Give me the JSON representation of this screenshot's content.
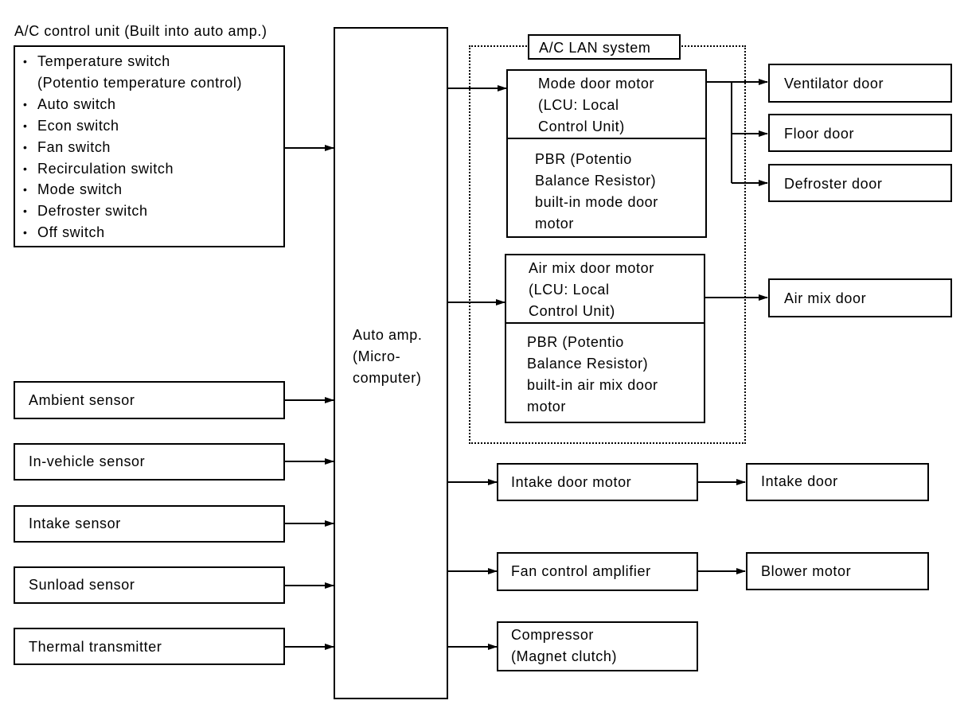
{
  "control_unit": {
    "title": "A/C control unit (Built into auto amp.)",
    "switches": [
      "Temperature switch",
      "(Potentio temperature control)",
      "Auto switch",
      "Econ switch",
      "Fan switch",
      "Recirculation switch",
      "Mode switch",
      "Defroster switch",
      "Off switch"
    ]
  },
  "sensors": {
    "ambient": "Ambient sensor",
    "in_vehicle": "In-vehicle sensor",
    "intake": "Intake sensor",
    "sunload": "Sunload sensor",
    "thermal": "Thermal transmitter"
  },
  "auto_amp": {
    "line1": "Auto amp.",
    "line2": "(Micro-",
    "line3": "computer)"
  },
  "lan_system": {
    "label": "A/C LAN system",
    "mode_motor": {
      "lcu_lines": [
        "Mode door motor",
        "(LCU: Local",
        "Control Unit)"
      ],
      "pbr_lines": [
        "PBR (Potentio",
        "Balance Resistor)",
        "built-in mode door",
        "motor"
      ]
    },
    "airmix_motor": {
      "lcu_lines": [
        "Air mix door motor",
        "(LCU: Local",
        "Control Unit)"
      ],
      "pbr_lines": [
        "PBR (Potentio",
        "Balance Resistor)",
        "built-in air mix door",
        "motor"
      ]
    }
  },
  "outputs": {
    "ventilator_door": "Ventilator door",
    "floor_door": "Floor door",
    "defroster_door": "Defroster door",
    "air_mix_door": "Air mix door",
    "intake_door_motor": "Intake door motor",
    "intake_door": "Intake door",
    "fan_control_amplifier": "Fan control amplifier",
    "blower_motor": "Blower motor",
    "compressor_line1": "Compressor",
    "compressor_line2": "(Magnet clutch)"
  }
}
